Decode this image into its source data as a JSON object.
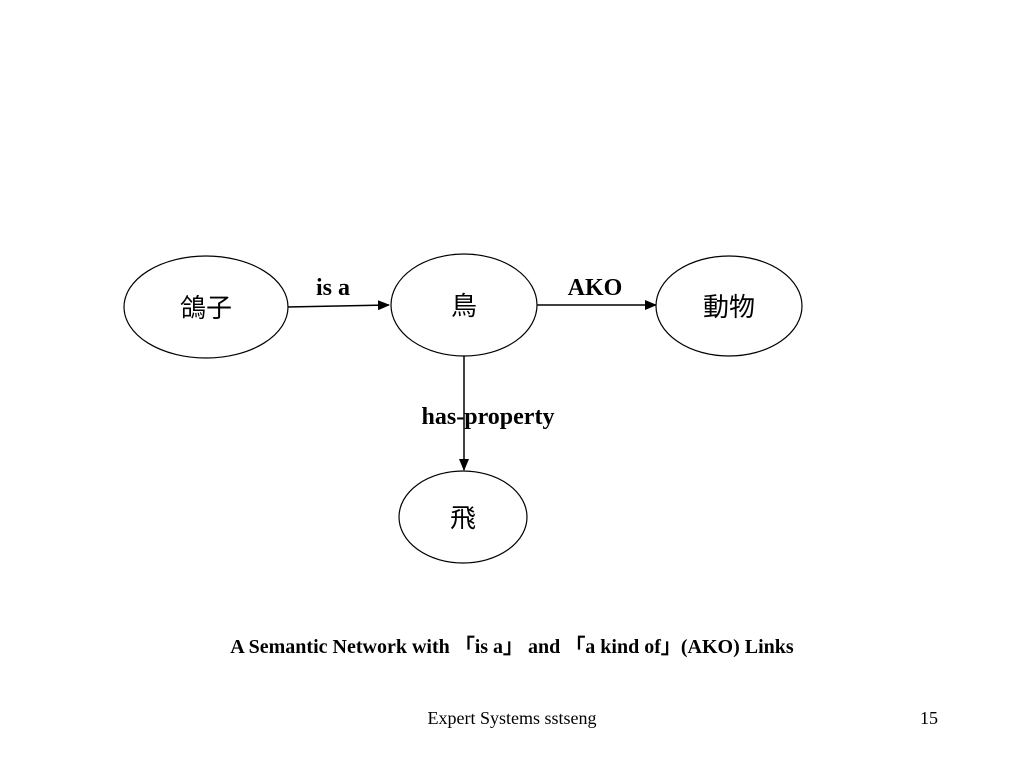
{
  "diagram": {
    "nodes": {
      "pigeon": "鴿子",
      "bird": "鳥",
      "animal": "動物",
      "fly": "飛"
    },
    "edges": {
      "is_a": "is a",
      "ako": "AKO",
      "has_property": "has-property"
    }
  },
  "caption": "A Semantic Network with 「is a」 and 「a kind of」(AKO) Links",
  "footer": {
    "title": "Expert Systems sstseng",
    "page_number": "15"
  }
}
